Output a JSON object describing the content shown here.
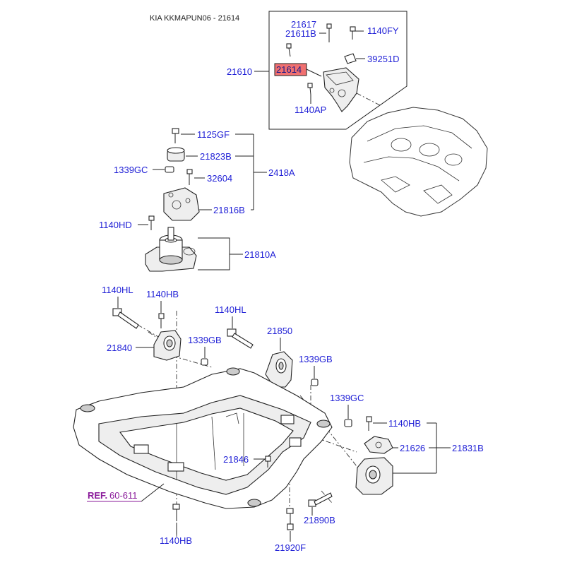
{
  "title": "KIA KKMAPUN06 - 21614",
  "colors": {
    "label": "#1f1fd6",
    "ref": "#8a1a9a",
    "highlight": "#f07070",
    "line": "#222222"
  },
  "labels": {
    "p21617": "21617",
    "p21611B": "21611B",
    "p1140FY": "1140FY",
    "p39251D": "39251D",
    "p21610": "21610",
    "p21614": "21614",
    "p1140AP": "1140AP",
    "p1125GF": "1125GF",
    "p21823B": "21823B",
    "p1339GC_top": "1339GC",
    "p32604": "32604",
    "p2418A": "2418A",
    "p21816B": "21816B",
    "p1140HD": "1140HD",
    "p21810A": "21810A",
    "p1140HL_left": "1140HL",
    "p1140HB_left": "1140HB",
    "p1140HL_mid": "1140HL",
    "p21850": "21850",
    "p21840": "21840",
    "p1339GB_left": "1339GB",
    "p1339GB_right": "1339GB",
    "p1339GC_right": "1339GC",
    "p1140HB_right": "1140HB",
    "p21626": "21626",
    "p21831B": "21831B",
    "p21846": "21846",
    "ref_prefix": "REF.",
    "ref_value": "60-611",
    "p21890B": "21890B",
    "p1140HB_bottom": "1140HB",
    "p21920F": "21920F"
  }
}
